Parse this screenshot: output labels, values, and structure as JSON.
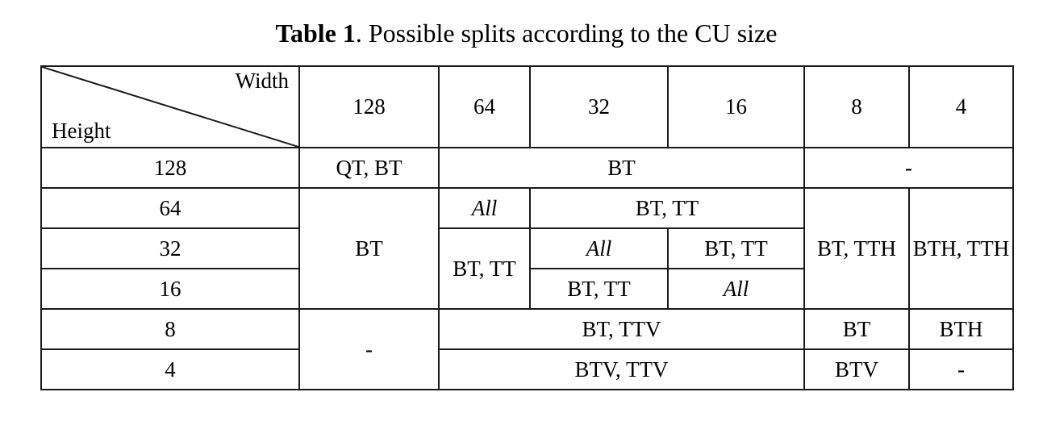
{
  "caption": {
    "lead": "Table 1",
    "rest": ". Possible splits according to the CU size"
  },
  "table": {
    "corner": {
      "width_label": "Width",
      "height_label": "Height"
    },
    "column_headers": [
      "128",
      "64",
      "32",
      "16",
      "8",
      "4"
    ],
    "row_headers": [
      "128",
      "64",
      "32",
      "16",
      "8",
      "4"
    ],
    "cells": {
      "r128_c128": "QT, BT",
      "r128_c64_16": "BT",
      "r128_c8_4": "-",
      "r64_32_16_c128": "BT",
      "r64_c64": "All",
      "r64_c32_16": "BT, TT",
      "r32_c64_16_merged": "BT, TT",
      "r32_c32": "All",
      "r32_c16": "BT, TT",
      "r16_c32": "BT, TT",
      "r16_c16": "All",
      "r64_32_16_c8": "BT, TTH",
      "r64_32_16_c4": "BTH, TTH",
      "r8_4_c128": "-",
      "r8_c64_16": "BT, TTV",
      "r8_c8": "BT",
      "r8_c4": "BTH",
      "r4_c64_16": "BTV, TTV",
      "r4_c8": "BTV",
      "r4_c4": "-"
    }
  },
  "colors": {
    "border": "#1a1a1a",
    "text": "#000000",
    "background": "#ffffff"
  }
}
